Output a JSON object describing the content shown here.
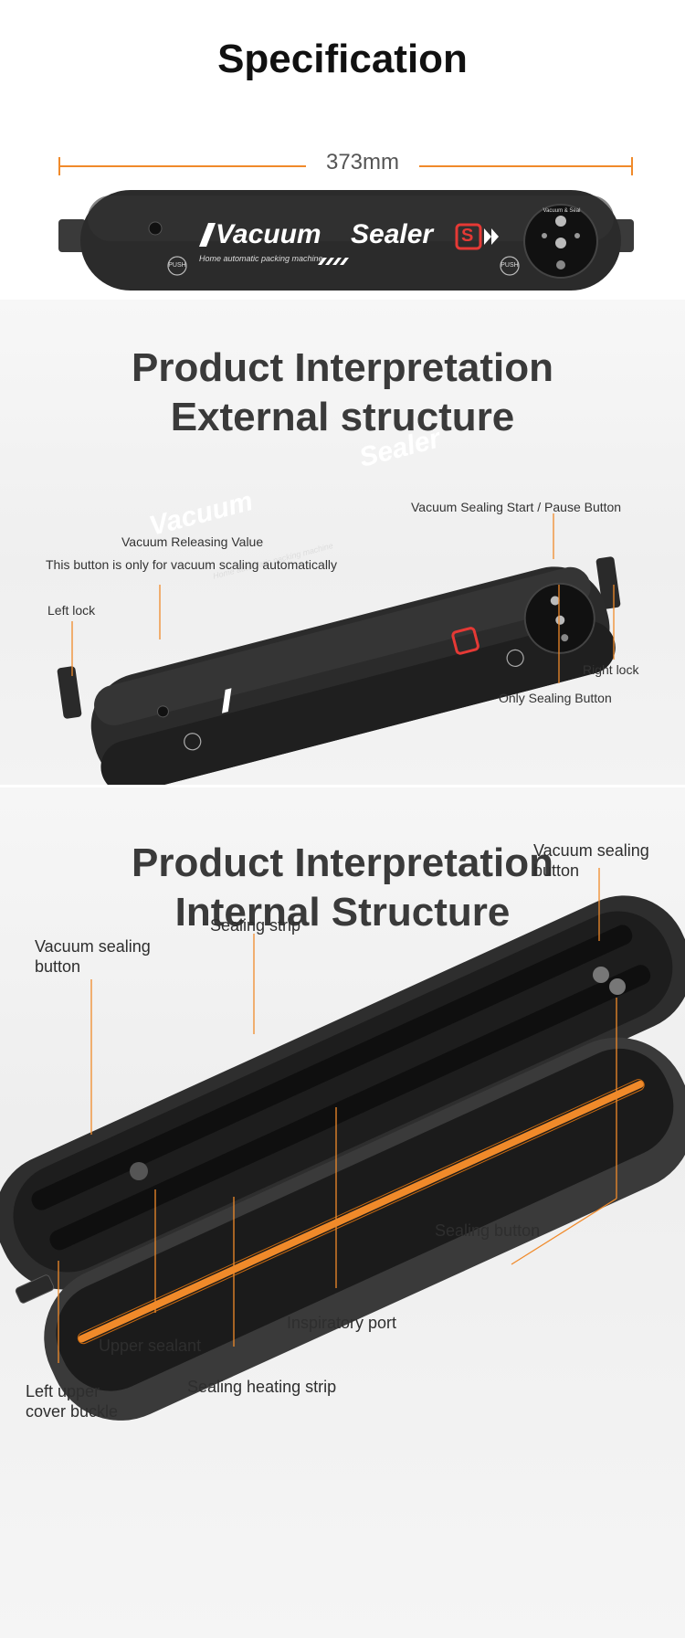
{
  "spec": {
    "title": "Specification",
    "dimension": "373mm"
  },
  "device": {
    "brand_word1": "Vacuum",
    "brand_word2": "Sealer",
    "brand_mark": "S",
    "tagline": "Home automatic packing machine",
    "push_label": "PUSH",
    "panel_title": "Vacuum & Seal"
  },
  "external": {
    "title_line1": "Product Interpretation",
    "title_line2": "External structure",
    "labels": {
      "start_pause": "Vacuum Sealing Start / Pause Button",
      "release_value": "Vacuum Releasing Value",
      "release_note": "This button is only for vacuum scaling automatically",
      "left_lock": "Left lock",
      "right_lock": "Right lock",
      "only_sealing": "Only Sealing Button"
    }
  },
  "internal": {
    "title_line1": "Product Interpretation",
    "title_line2": "Internal Structure",
    "labels": {
      "vacuum_button_right_l1": "Vacuum sealing",
      "vacuum_button_right_l2": "button",
      "sealing_strip": "Sealing strip",
      "vacuum_button_left_l1": "Vacuum sealing",
      "vacuum_button_left_l2": "button",
      "sealing_button": "Sealing button",
      "inspiratory_port": "Inspiratory port",
      "upper_sealant": "Upper sealant",
      "sealing_heating_strip": "Sealing heating strip",
      "left_upper_buckle_l1": "Left upper",
      "left_upper_buckle_l2": "cover buckle"
    }
  },
  "colors": {
    "accent_orange": "#f08a2a",
    "device_body": "#2b2b2b",
    "logo_red": "#e53935"
  }
}
